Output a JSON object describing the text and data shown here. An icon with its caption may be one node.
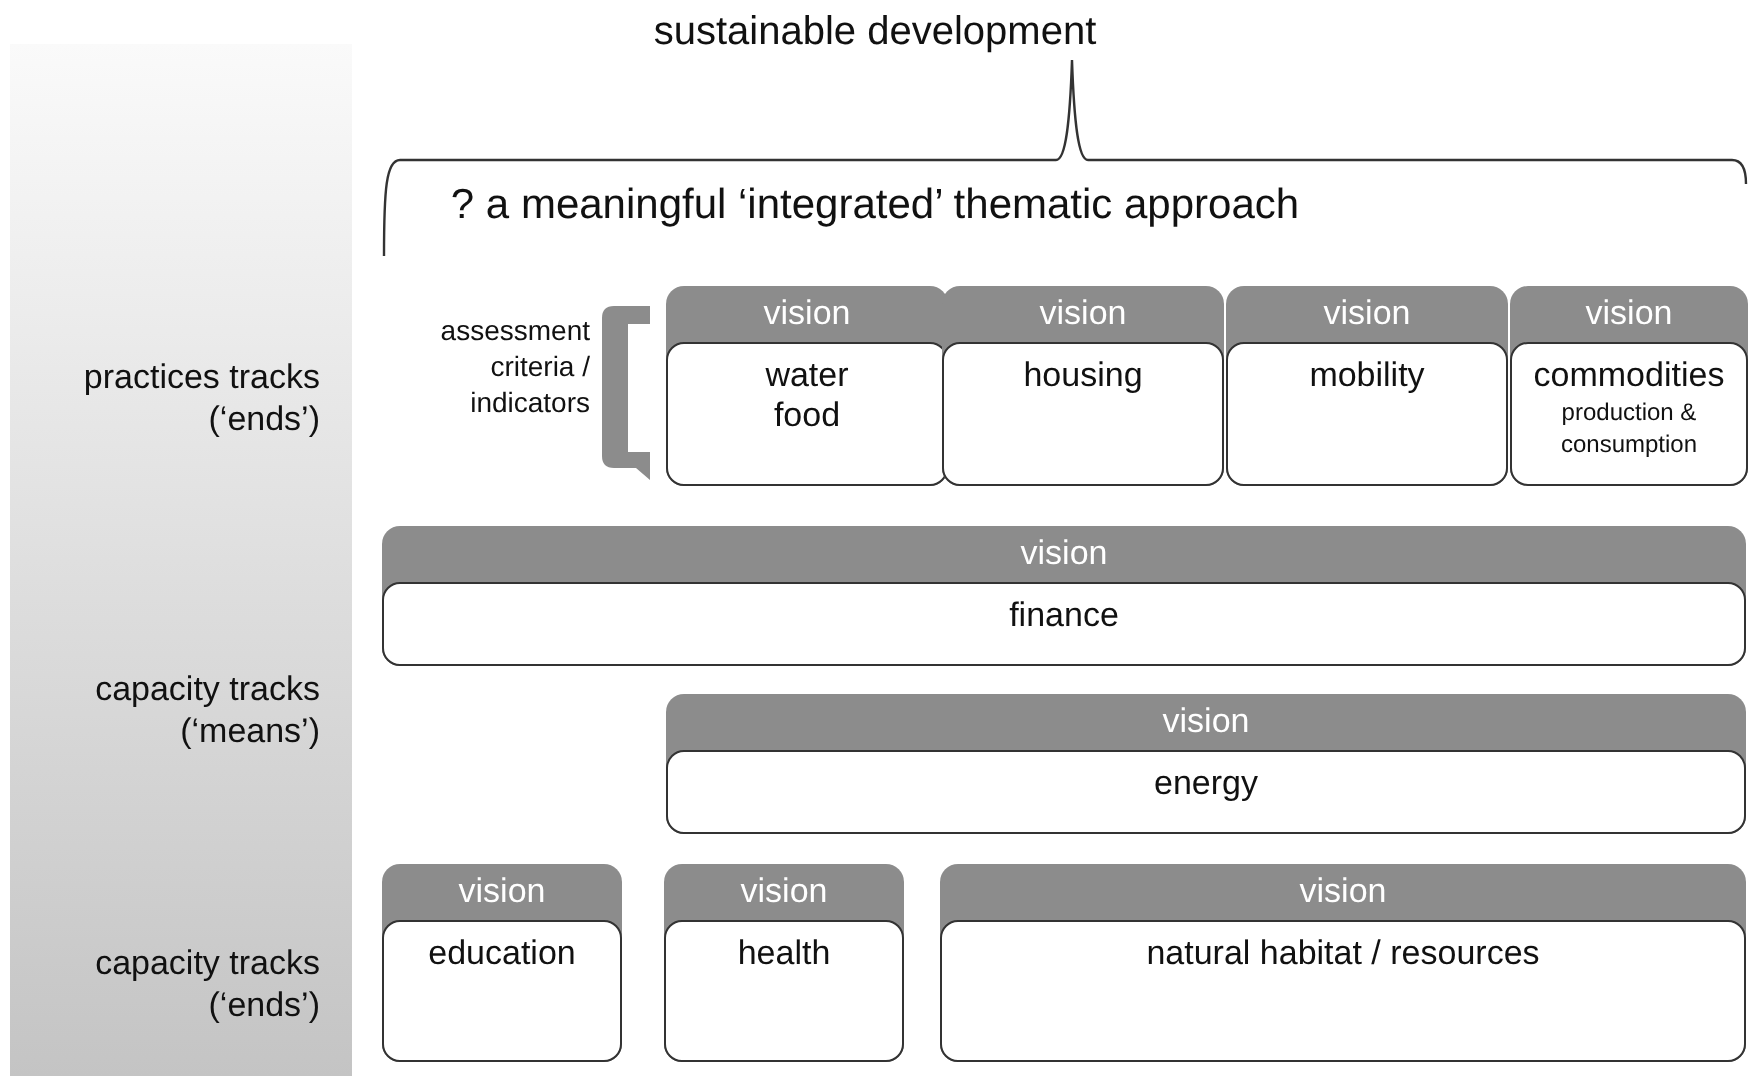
{
  "diagram": {
    "title": "sustainable development",
    "nodes": [
      {
        "text": [
          "vision",
          "water food"
        ]
      },
      {
        "text": [
          "vision",
          "housing"
        ]
      },
      {
        "text": [
          "vision",
          "mobility"
        ]
      },
      {
        "text": [
          "vision",
          "commodities",
          "production & consumption"
        ]
      },
      {
        "text": [
          "vision",
          "finance"
        ]
      },
      {
        "text": [
          "vision",
          "energy"
        ]
      },
      {
        "text": [
          "vision",
          "education"
        ]
      },
      {
        "text": [
          "vision",
          "health"
        ]
      },
      {
        "text": [
          "vision",
          "natural habitat / resources"
        ]
      }
    ],
    "edges": [],
    "labels": [
      "? a meaningful ‘integrated’ thematic approach",
      "assessment criteria / indicators",
      "practices tracks (‘ends’)",
      "capacity tracks (‘means’)",
      "capacity tracks (‘ends’)"
    ]
  }
}
